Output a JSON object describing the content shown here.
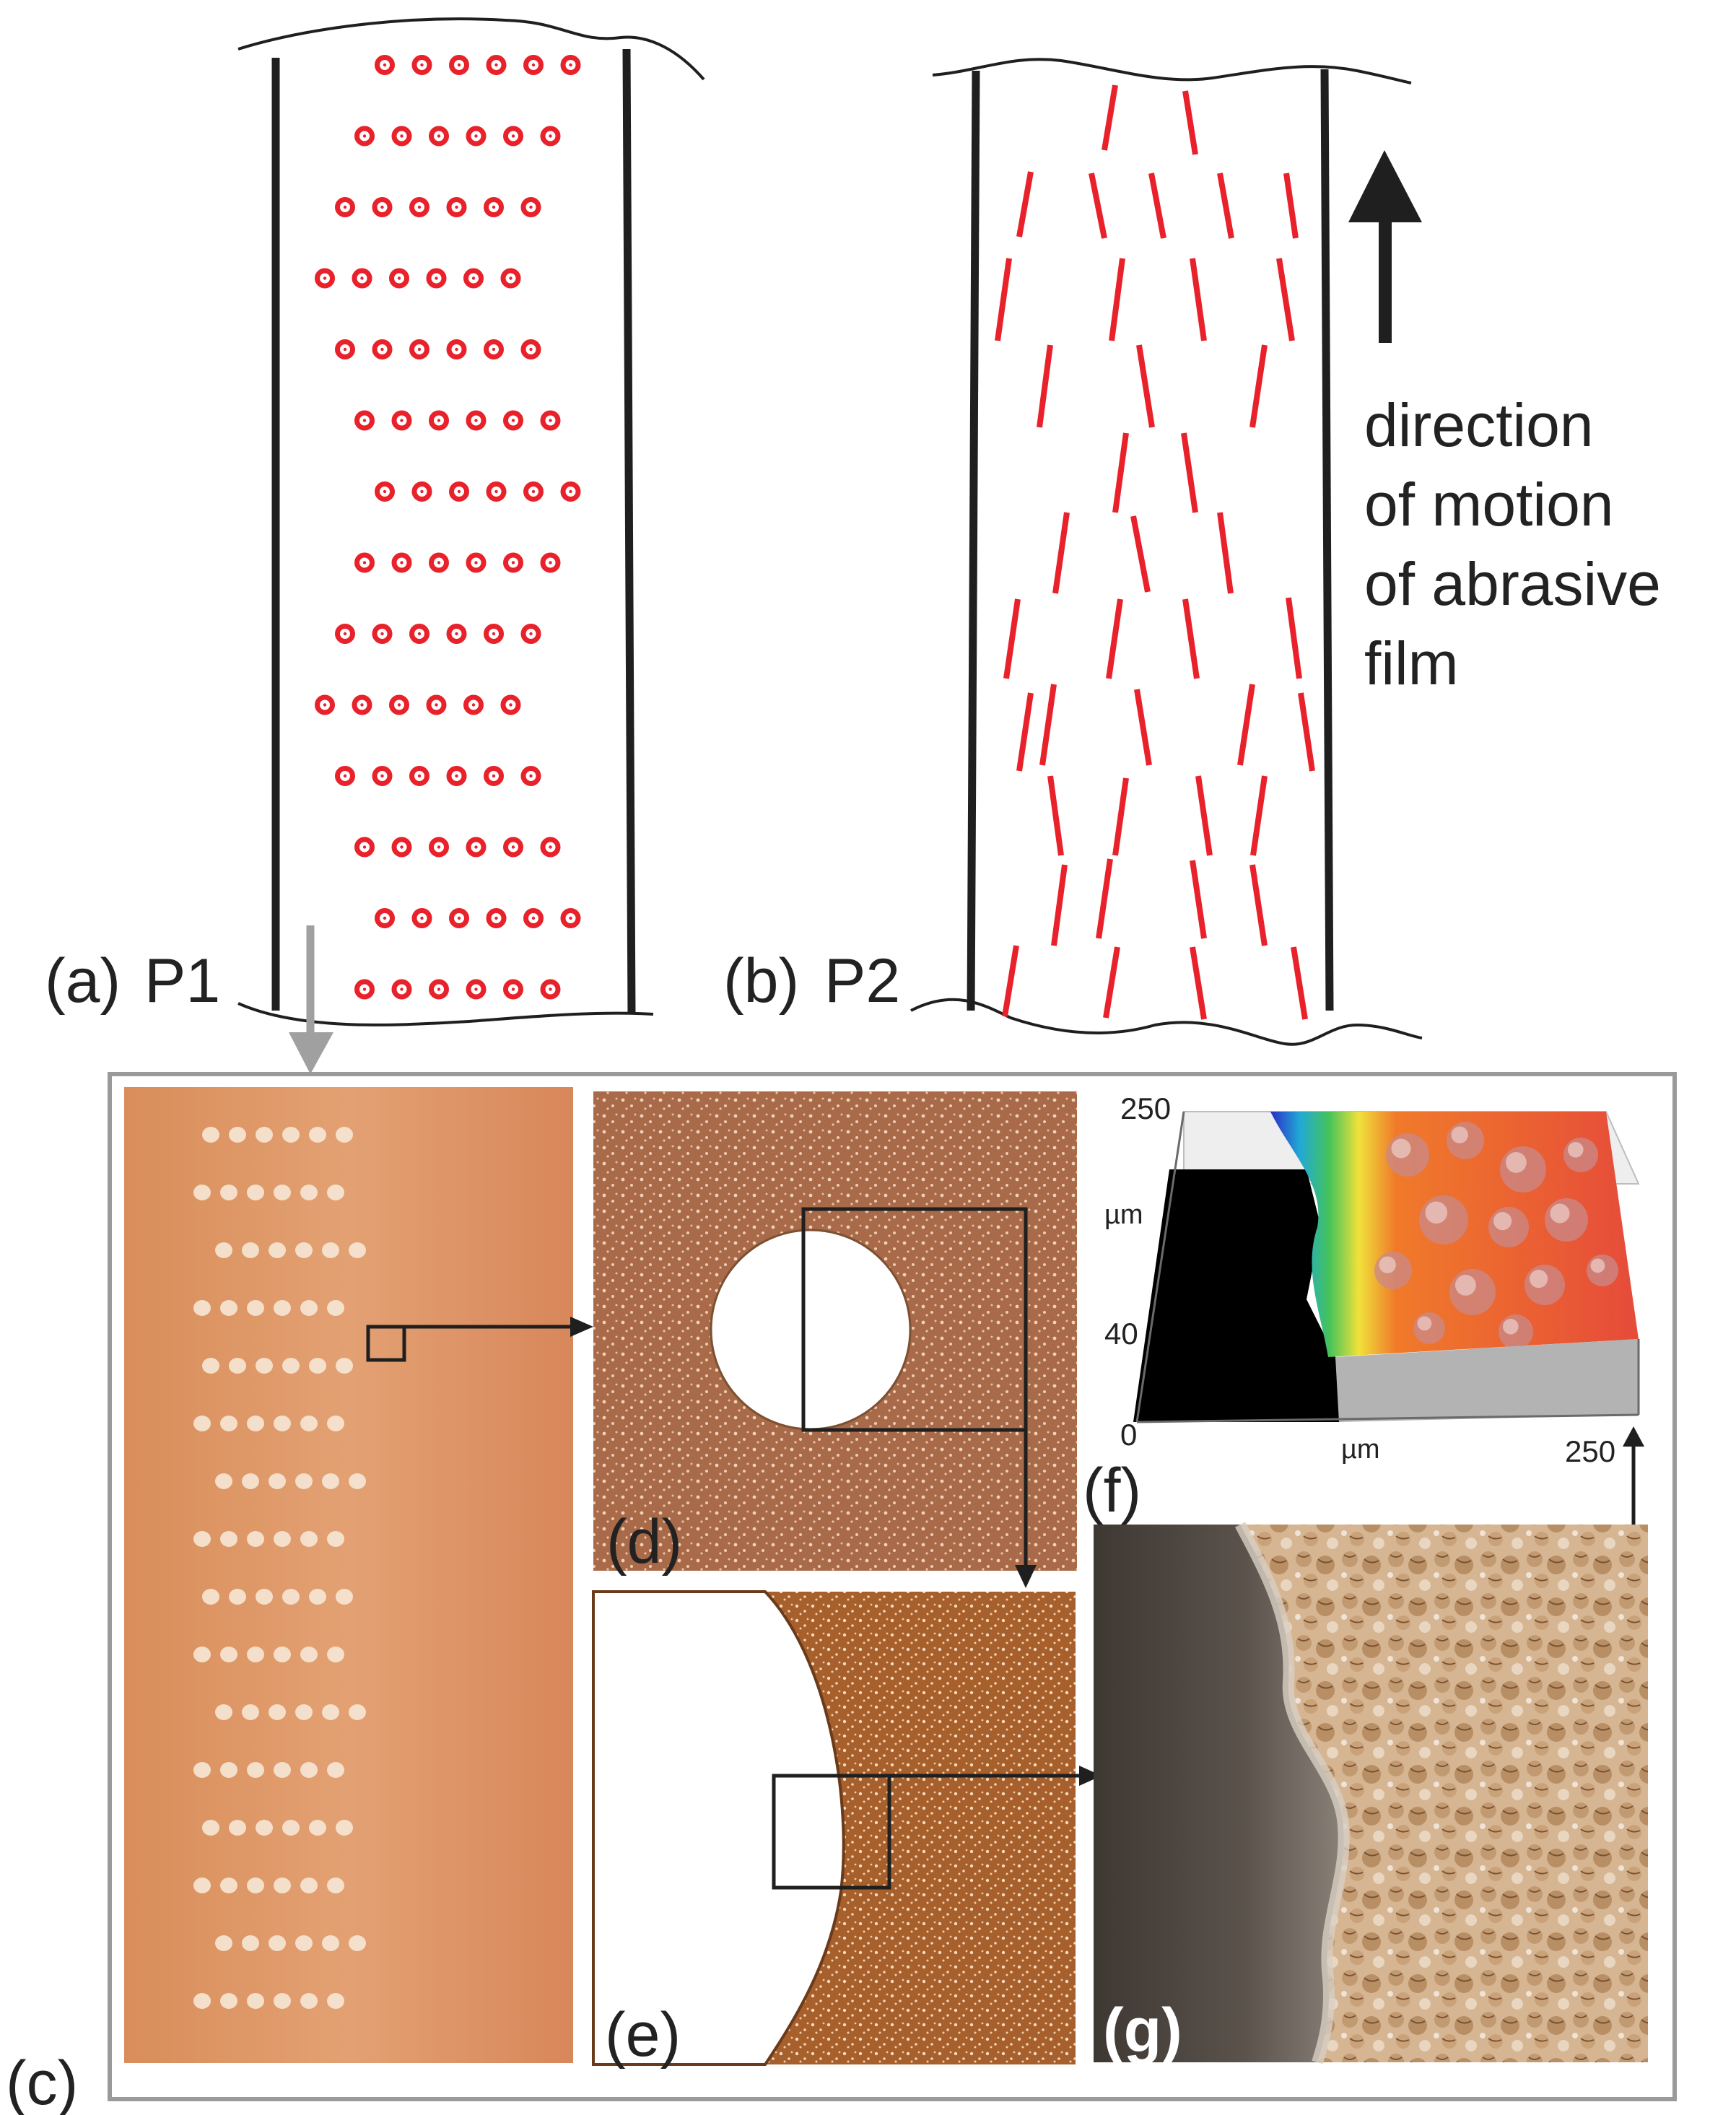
{
  "colors": {
    "hole_marks": "#e8212a",
    "outline": "#1f1f1f",
    "frame_gray": "#9a9a9a",
    "film_orange": "#e09a6a",
    "micro_brown": "#a86a48",
    "pointer_gray": "#a0a0a0"
  },
  "panel_a": {
    "label": "(a)",
    "pattern": "P1"
  },
  "panel_b": {
    "label": "(b)",
    "pattern": "P2"
  },
  "direction_text": [
    "direction",
    "of motion",
    "of abrasive",
    "film"
  ],
  "panel_c": {
    "label": "(c)"
  },
  "panel_d": {
    "label": "(d)"
  },
  "panel_e": {
    "label": "(e)"
  },
  "panel_f": {
    "label": "(f)",
    "z_top": "250",
    "z_unit": "µm",
    "z_tick": "40",
    "x_start": "0",
    "x_unit": "µm",
    "x_end": "250"
  },
  "panel_g": {
    "label": "(g)"
  },
  "icons": {
    "motion_arrow": "arrow-up-icon",
    "link_arrow": "arrow-right-icon",
    "pointer_arrow": "arrow-down-icon"
  }
}
